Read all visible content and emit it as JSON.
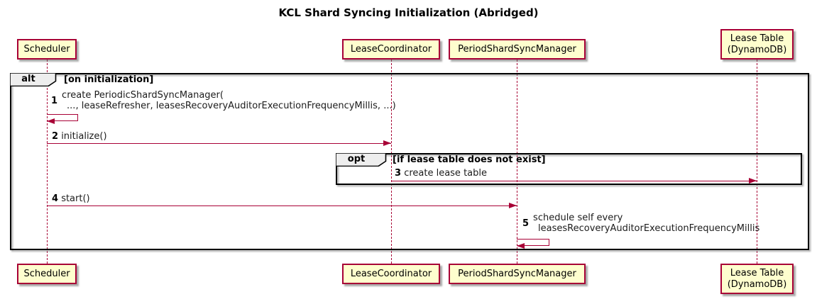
{
  "title": "KCL Shard Syncing Initialization (Abridged)",
  "colors": {
    "participant_fill": "#FEFECE",
    "participant_border": "#A80036",
    "arrow": "#A80036",
    "frame_border": "#000000",
    "frame_tab_fill": "#EEEEEE"
  },
  "participants": [
    {
      "label": "Scheduler"
    },
    {
      "label": "LeaseCoordinator"
    },
    {
      "label": "PeriodShardSyncManager"
    },
    {
      "line1": "Lease Table",
      "line2": "(DynamoDB)"
    }
  ],
  "frames": {
    "alt": {
      "keyword": "alt",
      "condition": "[on initialization]"
    },
    "opt": {
      "keyword": "opt",
      "condition": "[if lease table does not exist]"
    }
  },
  "messages": [
    {
      "seq": "1",
      "line1": "create PeriodicShardSyncManager(",
      "line2": "..., leaseRefresher, leasesRecoveryAuditorExecutionFrequencyMillis, ...)"
    },
    {
      "seq": "2",
      "text": "initialize()"
    },
    {
      "seq": "3",
      "text": "create lease table"
    },
    {
      "seq": "4",
      "text": "start()"
    },
    {
      "seq": "5",
      "line1": "schedule self every",
      "line2": "leasesRecoveryAuditorExecutionFrequencyMillis"
    }
  ]
}
